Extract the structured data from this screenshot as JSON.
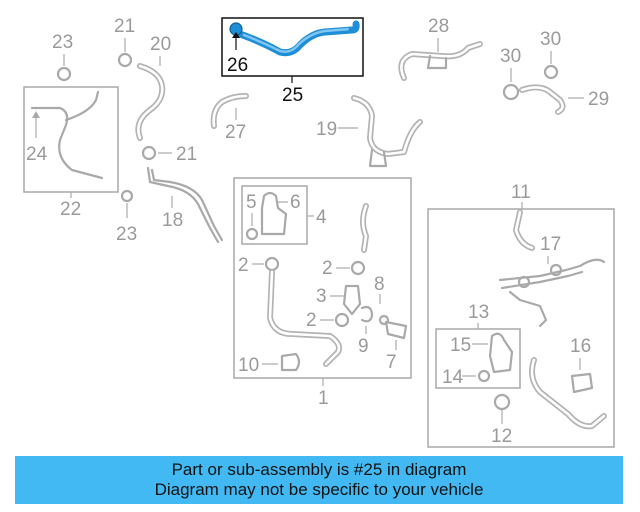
{
  "diagram": {
    "labels": {
      "l1": "1",
      "l2a": "2",
      "l2b": "2",
      "l2c": "2",
      "l3": "3",
      "l4": "4",
      "l5": "5",
      "l6": "6",
      "l7": "7",
      "l8": "8",
      "l9": "9",
      "l10": "10",
      "l11": "11",
      "l12": "12",
      "l13": "13",
      "l14": "14",
      "l15": "15",
      "l16": "16",
      "l17": "17",
      "l18": "18",
      "l19": "19",
      "l20": "20",
      "l21a": "21",
      "l21b": "21",
      "l22": "22",
      "l23a": "23",
      "l23b": "23",
      "l24": "24",
      "l25": "25",
      "l26": "26",
      "l27": "27",
      "l28": "28",
      "l29": "29",
      "l30a": "30",
      "l30b": "30"
    },
    "highlight_part": "25",
    "highlight_color": "#1e8ed6"
  },
  "banner": {
    "line1": "Part or sub-assembly is #25 in diagram",
    "line2": "Diagram may not be specific to your vehicle",
    "background": "#43b9f4"
  }
}
